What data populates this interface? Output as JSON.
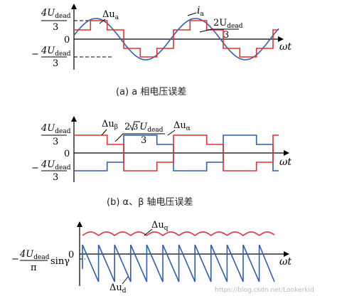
{
  "panel_a": {
    "ytick_top_num": "4U",
    "ytick_top_sub": "dead",
    "ytick_top_den": "3",
    "ytick_zero": "0",
    "ytick_bot_sign": "−",
    "ytick_bot_num": "4U",
    "ytick_bot_sub": "dead",
    "ytick_bot_den": "3",
    "xlabel": "ωt",
    "label_du_main": "Δu",
    "label_du_sub": "a",
    "label_ia_main": "i",
    "label_ia_sub": "a",
    "label_level_num": "2U",
    "label_level_sub": "dead",
    "label_level_den": "3",
    "caption": "(a) a 相电压误差"
  },
  "panel_b": {
    "ytick_top_num": "4U",
    "ytick_top_sub": "dead",
    "ytick_top_den": "3",
    "ytick_zero": "0",
    "ytick_bot_sign": "−",
    "ytick_bot_num": "4U",
    "ytick_bot_sub": "dead",
    "ytick_bot_den": "3",
    "xlabel": "ωt",
    "label_dub_main": "Δu",
    "label_dub_sub": "β",
    "label_dua_main": "Δu",
    "label_dua_sub": "α",
    "label_level_num_pre": "2",
    "label_level_num_root": "3",
    "label_level_num_u": "U",
    "label_level_sub": "dead",
    "label_level_den": "3",
    "caption": "(b) α、β 轴电压误差"
  },
  "panel_c": {
    "ytick_left_sign": "−",
    "ytick_left_num": "4U",
    "ytick_left_sub": "dead",
    "ytick_left_den": "π",
    "ytick_left_suffix": "sinγ",
    "ytick_zero": "0",
    "xlabel": "ωt",
    "label_duq_main": "Δu",
    "label_duq_sub": "q",
    "label_dud_main": "Δu",
    "label_dud_sub": "d"
  },
  "watermark": "https://blog.csdn.net/Lookerkid",
  "colors": {
    "red": "#e03232",
    "blue": "#2f5fae",
    "axis": "#000000"
  }
}
